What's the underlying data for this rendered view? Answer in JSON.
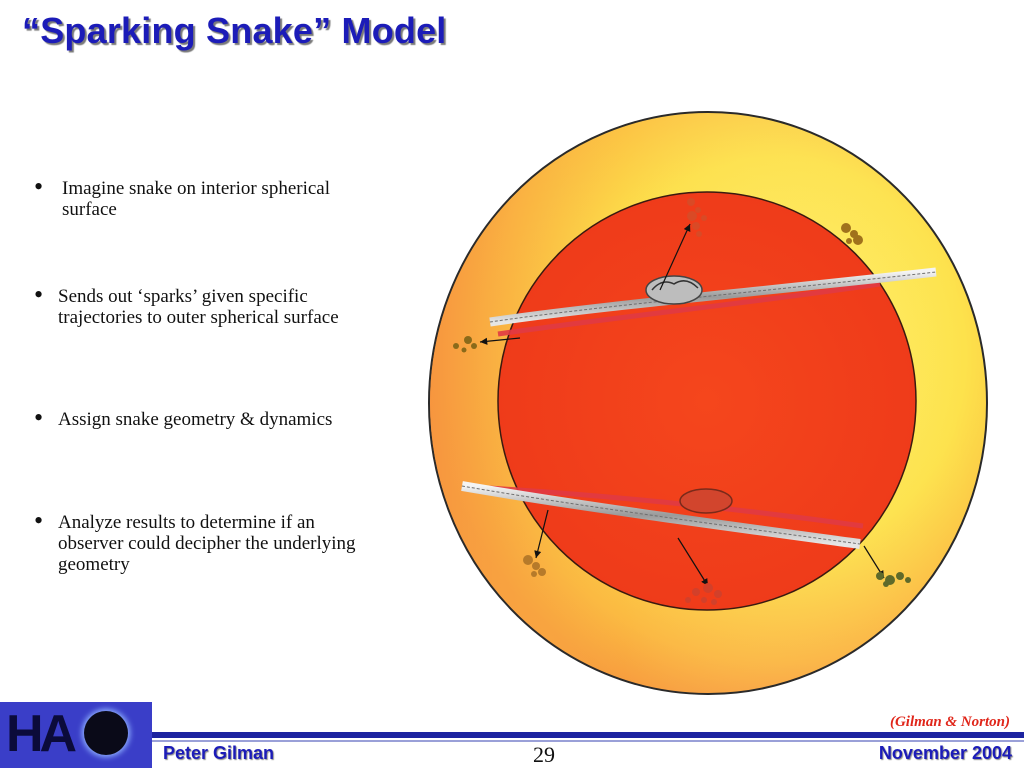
{
  "title": "“Sparking Snake” Model",
  "bullets": [
    {
      "text": " Imagine snake on interior spherical\nsurface"
    },
    {
      "text": "Sends out ‘sparks’ given specific\ntrajectories to outer spherical surface"
    },
    {
      "text": "Assign snake geometry & dynamics"
    },
    {
      "text": "Analyze results to determine if an\nobserver could decipher the underlying\ngeometry"
    }
  ],
  "bullet_glyph": "•",
  "footer": {
    "logo_text": "HA",
    "presenter": "Peter Gilman",
    "page_number": "29",
    "date": "November 2004",
    "credit": "(Gilman & Norton)"
  },
  "colors": {
    "title": "#1c1cb8",
    "outer_sphere": "#fbe84a",
    "inner_sphere": "#f23b1c",
    "footer_band": "#1d23a0",
    "credit": "#e0261a"
  }
}
